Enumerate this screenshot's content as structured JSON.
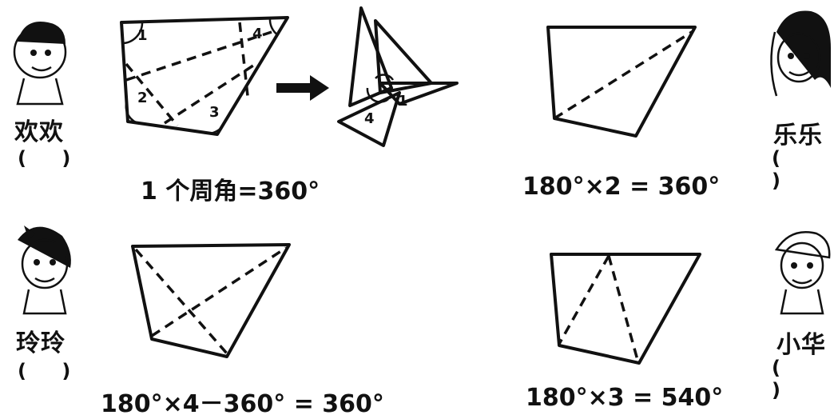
{
  "characters": {
    "huanhuan": {
      "name": "欢欢",
      "answer": "(    )"
    },
    "lele": {
      "name": "乐乐",
      "answer": "(    )"
    },
    "lingling": {
      "name": "玲玲",
      "answer": "(    )"
    },
    "xiaohua": {
      "name": "小华",
      "answer": "(    )"
    }
  },
  "formulas": {
    "huanhuan": "1 个周角=360°",
    "lele": "180°×2 = 360°",
    "lingling": "180°×4－360° = 360°",
    "xiaohua": "180°×3 = 540°"
  },
  "angle_labels": {
    "a1": "1",
    "a2": "2",
    "a3": "3",
    "a4": "4"
  }
}
